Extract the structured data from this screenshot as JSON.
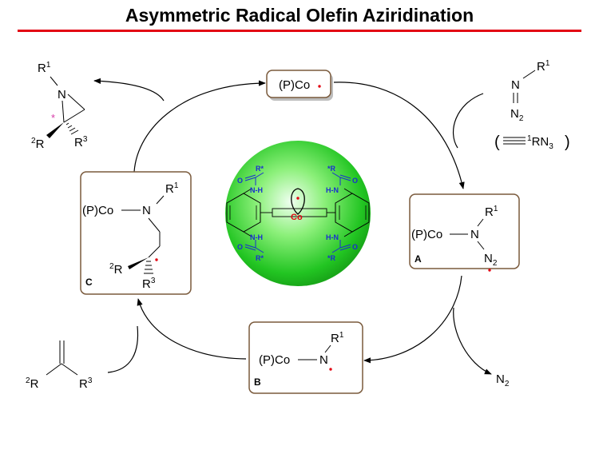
{
  "title": "Asymmetric Radical Olefin Aziridination",
  "catalyst": "(P)Co",
  "azide": {
    "r1": "R",
    "sup1": "1",
    "n": "N",
    "n2": "N",
    "n2sub": "2",
    "eq_prefix": "(",
    "eq_sup": "1",
    "eq_main": "RN",
    "eq_sub": "3",
    "eq_suffix": ")"
  },
  "intermediate_a": {
    "label": "A",
    "metal": "(P)Co",
    "r1": "R",
    "sup1": "1",
    "n": "N",
    "n2": "N",
    "n2sub": "2"
  },
  "intermediate_b": {
    "label": "B",
    "metal": "(P)Co",
    "r1": "R",
    "sup1": "1",
    "n": "N"
  },
  "intermediate_c": {
    "label": "C",
    "metal": "(P)Co",
    "n": "N",
    "r1": "R",
    "sup1": "1",
    "r2": "R",
    "sup2": "2",
    "r3": "R",
    "sup3": "3"
  },
  "product": {
    "r1": "R",
    "sup1": "1",
    "n": "N",
    "star": "*",
    "r2": "R",
    "sup2": "2",
    "r3": "R",
    "sup3": "3"
  },
  "olefin": {
    "r2": "R",
    "sup2": "2",
    "r3": "R",
    "sup3": "3"
  },
  "byproduct": {
    "n": "N",
    "sub": "2"
  },
  "porphyrin": {
    "metal": "Co",
    "nh": "N-H",
    "hn": "H-N",
    "o": "O",
    "r_star_left": "R*",
    "r_star_right": "*R"
  },
  "colors": {
    "title_rule": "#e30613",
    "box_border": "#7a5a3c",
    "radical_dot": "#e30613",
    "stereo_star": "#d63aa7",
    "sphere_center": "#eaffd6",
    "sphere_edge": "#1ec21e",
    "ligand_blue": "#1a2fd0",
    "metal_red": "#e30613"
  }
}
